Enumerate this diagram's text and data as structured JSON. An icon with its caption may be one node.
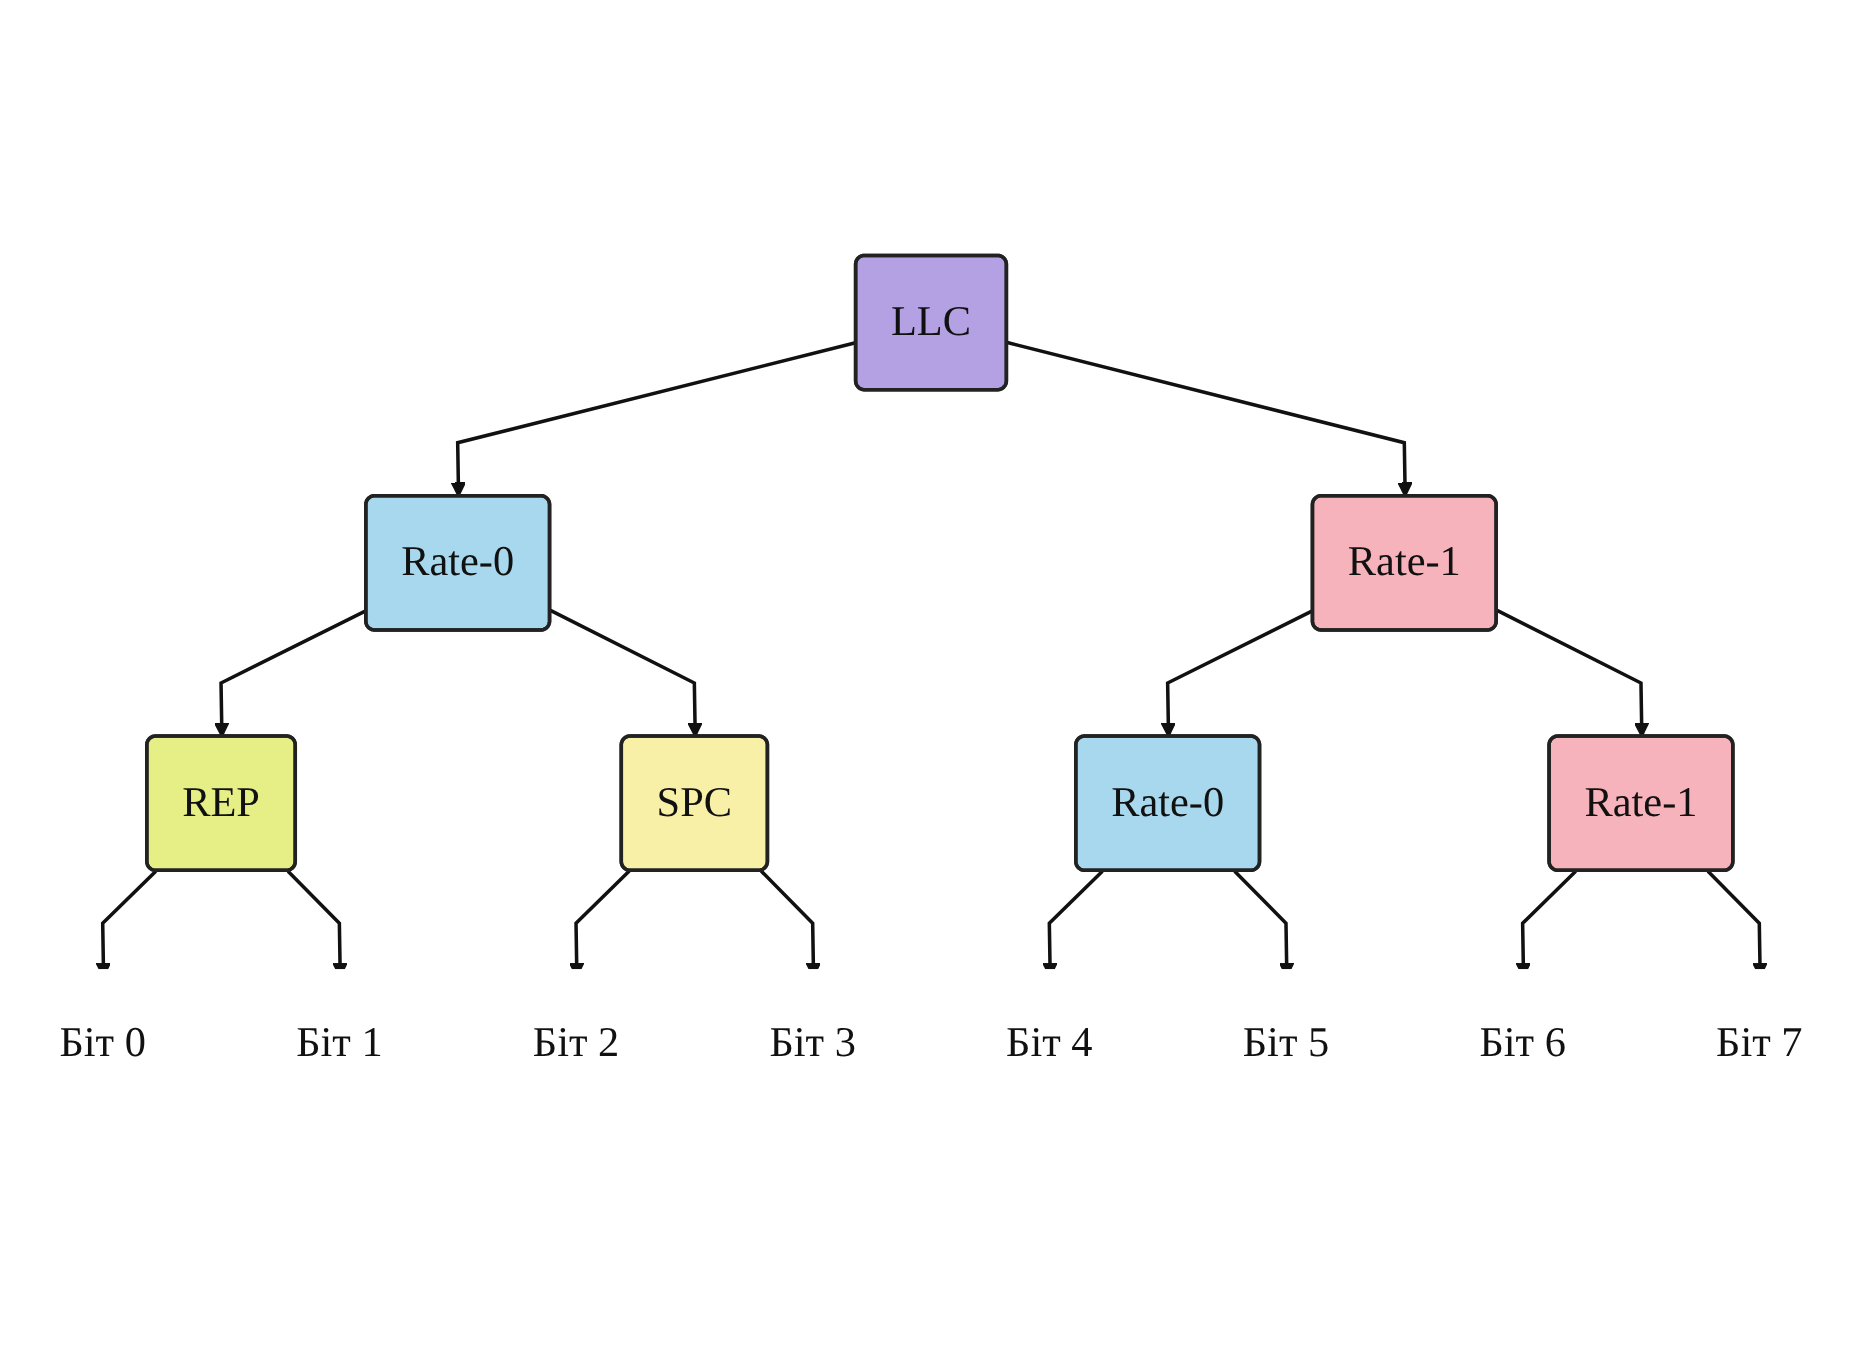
{
  "diagram": {
    "nodes": [
      {
        "text": [
          "LLC"
        ]
      },
      {
        "text": [
          "Rate-0"
        ]
      },
      {
        "text": [
          "Rate-1"
        ]
      },
      {
        "text": [
          "REP"
        ]
      },
      {
        "text": [
          "SPC"
        ]
      },
      {
        "text": [
          "Rate-0"
        ]
      },
      {
        "text": [
          "Rate-1"
        ]
      },
      {
        "text": [
          "Біт 0"
        ]
      },
      {
        "text": [
          "Біт 1"
        ]
      },
      {
        "text": [
          "Біт 2"
        ]
      },
      {
        "text": [
          "Біт 3"
        ]
      },
      {
        "text": [
          "Біт 4"
        ]
      },
      {
        "text": [
          "Біт 5"
        ]
      },
      {
        "text": [
          "Біт 6"
        ]
      },
      {
        "text": [
          "Біт 7"
        ]
      }
    ],
    "edges": [
      {
        "from": 0,
        "to": 1,
        "arrow": "to"
      },
      {
        "from": 0,
        "to": 2,
        "arrow": "to"
      },
      {
        "from": 1,
        "to": 3,
        "arrow": "to"
      },
      {
        "from": 1,
        "to": 4,
        "arrow": "to"
      },
      {
        "from": 2,
        "to": 5,
        "arrow": "to"
      },
      {
        "from": 2,
        "to": 6,
        "arrow": "to"
      },
      {
        "from": 3,
        "to": 7,
        "arrow": "to"
      },
      {
        "from": 3,
        "to": 8,
        "arrow": "to"
      },
      {
        "from": 4,
        "to": 9,
        "arrow": "to"
      },
      {
        "from": 4,
        "to": 10,
        "arrow": "to"
      },
      {
        "from": 5,
        "to": 11,
        "arrow": "to"
      },
      {
        "from": 5,
        "to": 12,
        "arrow": "to"
      },
      {
        "from": 6,
        "to": 13,
        "arrow": "to"
      },
      {
        "from": 6,
        "to": 14,
        "arrow": "to"
      }
    ]
  }
}
